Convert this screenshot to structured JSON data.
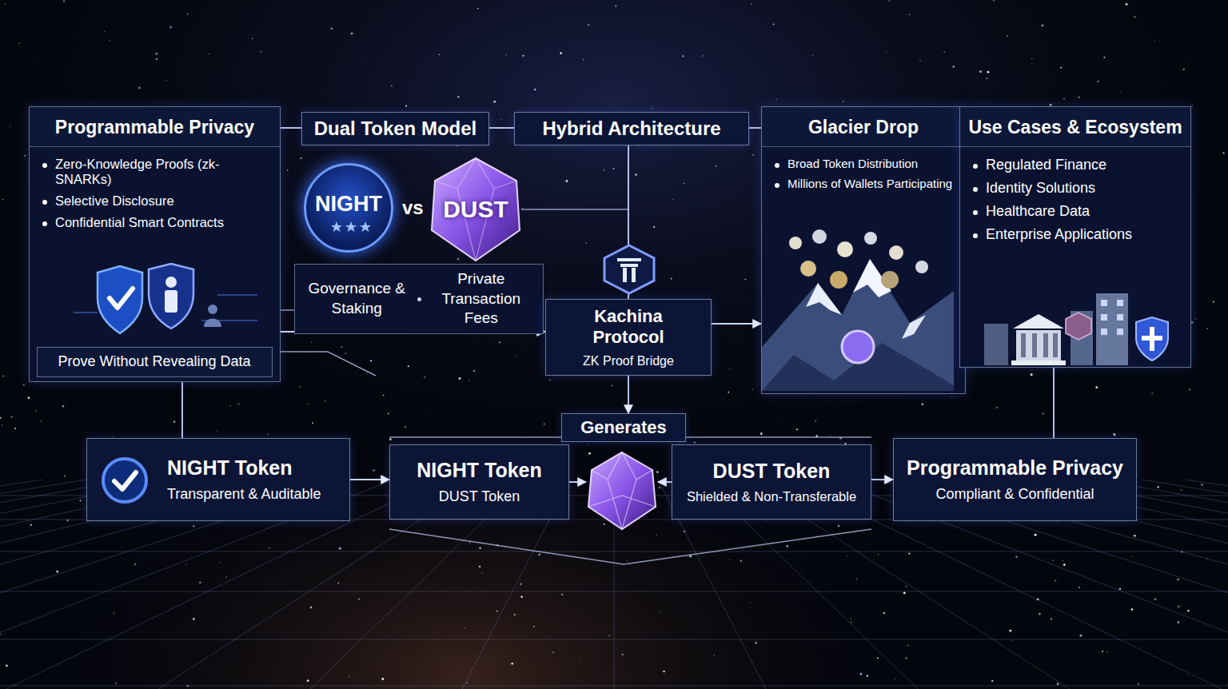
{
  "diagram": {
    "nodes": [
      {
        "text": [
          "Programmable Privacy",
          "Zero-Knowledge Proofs (zk-SNARKs)",
          "Selective Disclosure",
          "Confidential Smart Contracts"
        ]
      },
      {
        "text": [
          "Prove Without Revealing Data"
        ],
        "in": 0
      },
      {
        "text": [
          "Dual Token Model"
        ]
      },
      {
        "text": [
          "NIGHT"
        ]
      },
      {
        "text": [
          "DUST"
        ]
      },
      {
        "text": [
          "Governance & Staking",
          "Private Transaction Fees"
        ]
      },
      {
        "text": [
          "Hybrid Architecture"
        ]
      },
      {
        "text": [
          "Kachina Protocol",
          "ZK Proof Bridge"
        ]
      },
      {
        "text": [
          "Glacier Drop",
          "Broad Token Distribution",
          "Millions of Wallets Participating"
        ]
      },
      {
        "text": [
          "Use Cases & Ecosystem",
          "Regulated Finance",
          "Identity Solutions",
          "Healthcare Data",
          "Enterprise Applications"
        ]
      },
      {
        "text": [
          "Generates"
        ]
      },
      {
        "text": [
          "NIGHT Token",
          "Transparent & Auditable"
        ]
      },
      {
        "text": [
          "NIGHT Token",
          "DUST Token"
        ]
      },
      {
        "text": [
          "DUST Token",
          "Shielded & Non-Transferable"
        ]
      },
      {
        "text": [
          "Programmable Privacy",
          "Compliant & Confidential"
        ]
      }
    ],
    "edges": [
      {
        "from": 0,
        "to": 2,
        "arrow": "none"
      },
      {
        "from": 2,
        "to": 6,
        "arrow": "none"
      },
      {
        "from": 6,
        "to": 8,
        "arrow": "none"
      },
      {
        "from": 8,
        "to": 9,
        "arrow": "none"
      },
      {
        "from": 6,
        "to": 7,
        "arrow": "none"
      },
      {
        "from": 0,
        "to": 7,
        "arrow": "to"
      },
      {
        "from": 7,
        "to": 8,
        "arrow": "to"
      },
      {
        "from": 7,
        "to": 10,
        "arrow": "to"
      },
      {
        "from": 11,
        "to": 12,
        "arrow": "to"
      },
      {
        "from": 13,
        "to": 14,
        "arrow": "to"
      },
      {
        "from": 0,
        "to": 11,
        "arrow": "none"
      },
      {
        "from": 9,
        "to": 14,
        "arrow": "none"
      }
    ],
    "labels": [
      "vs"
    ]
  }
}
